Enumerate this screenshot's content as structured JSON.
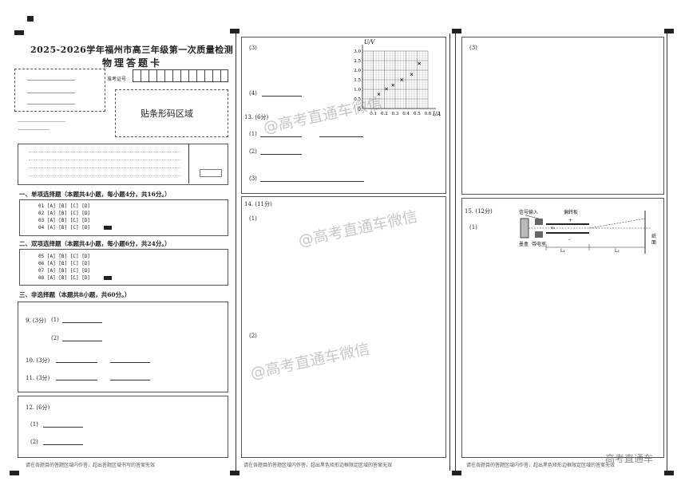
{
  "header": {
    "title_line1": "2025-2026学年福州市高三年级第一次质量检测",
    "title_line2": "物理答题卡",
    "exam_number_label": "准考证号",
    "barcode_area": "贴条形码区域"
  },
  "sections": {
    "single_choice": "一、单项选择题（本题共4小题，每小题4分，共16分。）",
    "double_choice": "二、双项选择题（本题共4小题，每小题6分，共24分。）",
    "non_choice": "三、非选择题（本题共8小题，共60分。）"
  },
  "choice_rows_single": [
    {
      "num": "01",
      "options": "[A] [B] [C] [D]"
    },
    {
      "num": "02",
      "options": "[A] [B] [C] [D]"
    },
    {
      "num": "03",
      "options": "[A] [B] [C] [D]"
    },
    {
      "num": "04",
      "options": "[A] [B] [C] [D]"
    }
  ],
  "choice_rows_double": [
    {
      "num": "05",
      "options": "[A] [B] [C] [D]"
    },
    {
      "num": "06",
      "options": "[A] [B] [C] [D]"
    },
    {
      "num": "07",
      "options": "[A] [B] [C] [D]"
    },
    {
      "num": "08",
      "options": "[A] [B] [C] [D]"
    }
  ],
  "questions_left": {
    "q9": "9. (3分)",
    "q9_1": "(1)",
    "q9_2": "(2)",
    "q10": "10. (3分)",
    "q11": "11. (3分)",
    "q12": "12. (6分)",
    "q12_1": "(1)",
    "q12_2": "(2)"
  },
  "questions_mid": {
    "top_3": "(3)",
    "top_4": "(4)",
    "q13": "13. (6分)",
    "q13_1": "(1)",
    "q13_2": "(2)",
    "q13_3": "(3)",
    "q14": "14. (11分)",
    "q14_1": "(1)",
    "q14_2": "(2)"
  },
  "questions_right": {
    "top_3": "(3)",
    "q15": "15. (12分)",
    "q15_1": "(1)"
  },
  "graph": {
    "y_axis_label": "U/V",
    "x_axis_label": "I/A",
    "origin": "0",
    "y_ticks": [
      "0.5",
      "1.0",
      "1.5",
      "2.0",
      "2.5",
      "3.0"
    ],
    "x_ticks": [
      "0.1",
      "0.2",
      "0.3",
      "0.4",
      "0.5",
      "0.6"
    ]
  },
  "chart_data": {
    "type": "scatter",
    "xlabel": "I/A",
    "ylabel": "U/V",
    "xlim": [
      0,
      0.6
    ],
    "ylim": [
      0,
      3.0
    ],
    "grid": true,
    "points": [
      {
        "x": 0.15,
        "y": 0.75
      },
      {
        "x": 0.22,
        "y": 1.02
      },
      {
        "x": 0.28,
        "y": 1.22
      },
      {
        "x": 0.36,
        "y": 1.5
      },
      {
        "x": 0.45,
        "y": 1.78
      },
      {
        "x": 0.52,
        "y": 2.35
      }
    ]
  },
  "diagram": {
    "signal_input": "信号输入",
    "deflect_plate": "偏转板",
    "ink_box": "墨盒",
    "charge_electrode": "带电室",
    "paper": "纸面",
    "L1": "L₁",
    "L2": "L₂",
    "plus": "+",
    "minus": "-",
    "v0": "v₀"
  },
  "footers": {
    "left": "请在各题目的答题区域内作答，超出答题区域书写的答案无效",
    "mid": "请在各题目的答题区域内作答，超出黑色矩形边框限定区域的答案无效",
    "right": "请在各题目的答题区域内作答，超出黑色矩形边框限定区域的答案无效"
  },
  "watermarks": {
    "line1": "@高考直通车微信",
    "line2": "高考直通车"
  }
}
